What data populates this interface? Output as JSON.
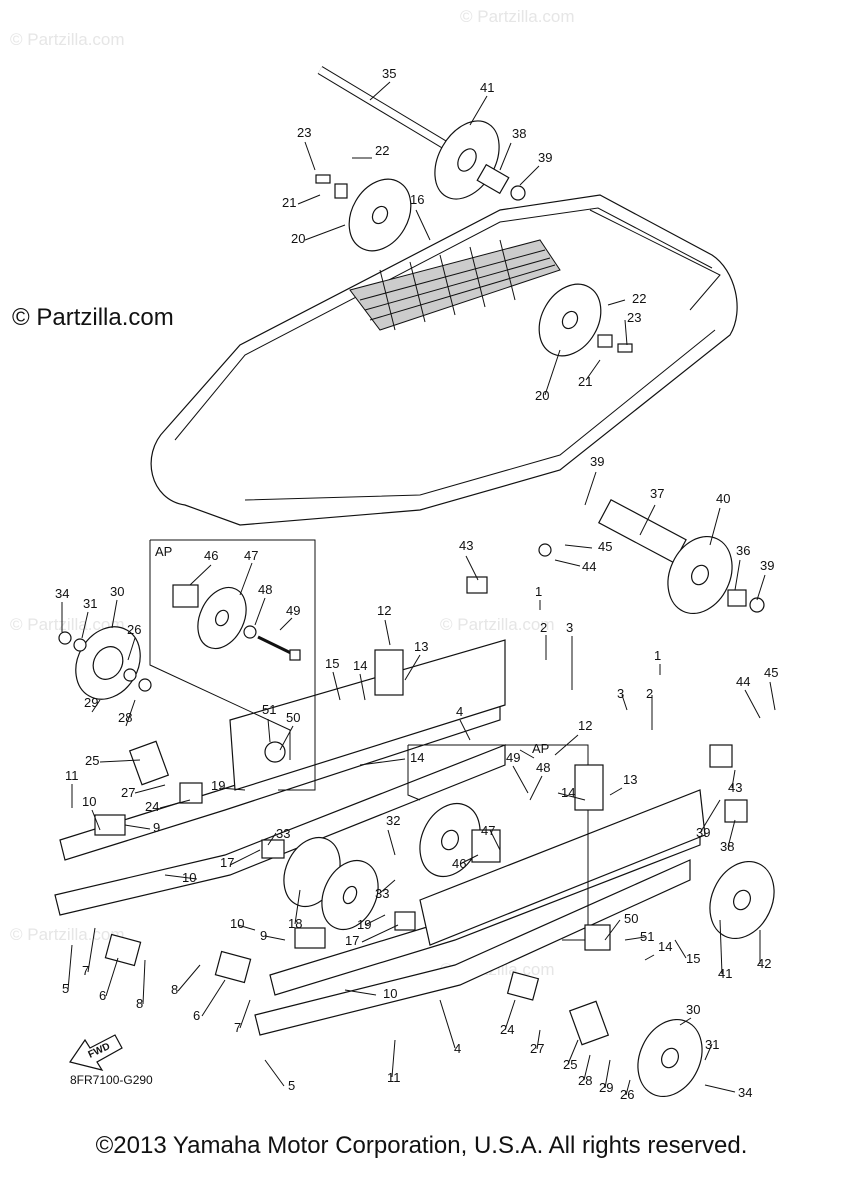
{
  "watermark": {
    "text": "© Partzilla.com",
    "side_text": "© Partzilla.com"
  },
  "diagram": {
    "code": "8FR7100-G290",
    "ap_label": "AP",
    "fwd_label": "FWD",
    "callouts": [
      "35",
      "41",
      "23",
      "22",
      "38",
      "39",
      "21",
      "16",
      "20",
      "22",
      "23",
      "20",
      "21",
      "39",
      "37",
      "40",
      "43",
      "45",
      "44",
      "36",
      "39",
      "1",
      "2",
      "3",
      "AP",
      "46",
      "47",
      "48",
      "49",
      "34",
      "31",
      "30",
      "26",
      "12",
      "13",
      "15",
      "14",
      "29",
      "28",
      "51",
      "50",
      "4",
      "14",
      "25",
      "11",
      "27",
      "24",
      "19",
      "10",
      "9",
      "33",
      "32",
      "17",
      "10",
      "18",
      "33",
      "19",
      "17",
      "9",
      "10",
      "7",
      "5",
      "6",
      "8",
      "8",
      "6",
      "7",
      "10",
      "4",
      "11",
      "5",
      "1",
      "3",
      "2",
      "44",
      "45",
      "43",
      "12",
      "49",
      "48",
      "AP",
      "13",
      "14",
      "47",
      "46",
      "39",
      "38",
      "50",
      "51",
      "14",
      "15",
      "41",
      "42",
      "24",
      "27",
      "25",
      "28",
      "29",
      "26",
      "30",
      "31",
      "34"
    ]
  },
  "footer": {
    "copyright": "©2013 Yamaha Motor Corporation, U.S.A. All rights reserved."
  }
}
